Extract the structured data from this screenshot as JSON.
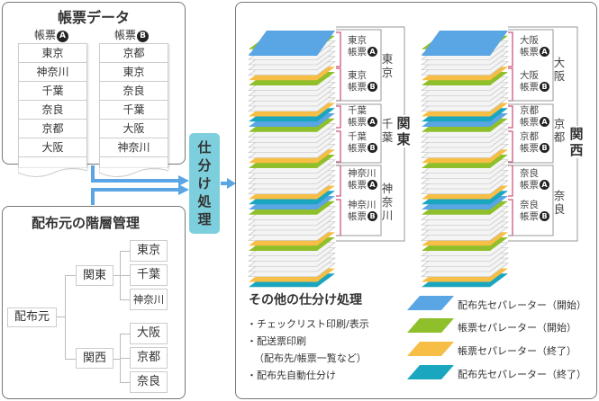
{
  "colors": {
    "dest_start": "#5aa5e3",
    "form_start": "#8fbf2a",
    "form_end": "#f7be45",
    "dest_end": "#1ba6c0",
    "sheet": "#f4f4f4",
    "arrow": "#5aa5e3",
    "process_box": "#7ecfdd",
    "bracket": "#d0577b"
  },
  "form_data": {
    "title": "帳票データ",
    "form_a": {
      "label": "帳票",
      "badge": "A",
      "rows": [
        "東京",
        "神奈川",
        "千葉",
        "奈良",
        "京都",
        "大阪"
      ]
    },
    "form_b": {
      "label": "帳票",
      "badge": "B",
      "rows": [
        "京都",
        "東京",
        "奈良",
        "千葉",
        "大阪",
        "神奈川"
      ]
    }
  },
  "hierarchy": {
    "title": "配布元の階層管理",
    "root": "配布元",
    "regions": [
      {
        "name": "関東",
        "children": [
          "東京",
          "千葉",
          "神奈川"
        ]
      },
      {
        "name": "関西",
        "children": [
          "大阪",
          "京都",
          "奈良"
        ]
      }
    ]
  },
  "process": {
    "label": [
      "仕",
      "分",
      "け",
      "処",
      "理"
    ]
  },
  "stacks": [
    {
      "region": "関東",
      "region_chars": [
        "関",
        "東"
      ],
      "cities": [
        {
          "name": "東京",
          "chars": [
            "東",
            "京"
          ],
          "forms": [
            {
              "city": "東京",
              "label": "帳票",
              "badge": "A"
            },
            {
              "city": "東京",
              "label": "帳票",
              "badge": "B"
            }
          ]
        },
        {
          "name": "千葉",
          "chars": [
            "千",
            "葉"
          ],
          "forms": [
            {
              "city": "千葉",
              "label": "帳票",
              "badge": "A"
            },
            {
              "city": "千葉",
              "label": "帳票",
              "badge": "B"
            }
          ]
        },
        {
          "name": "神奈川",
          "chars": [
            "神",
            "奈",
            "川"
          ],
          "forms": [
            {
              "city": "神奈川",
              "label": "帳票",
              "badge": "A"
            },
            {
              "city": "神奈川",
              "label": "帳票",
              "badge": "B"
            }
          ]
        }
      ]
    },
    {
      "region": "関西",
      "region_chars": [
        "関",
        "西"
      ],
      "cities": [
        {
          "name": "大阪",
          "chars": [
            "大",
            "阪"
          ],
          "forms": [
            {
              "city": "大阪",
              "label": "帳票",
              "badge": "A"
            },
            {
              "city": "大阪",
              "label": "帳票",
              "badge": "B"
            }
          ]
        },
        {
          "name": "京都",
          "chars": [
            "京",
            "都"
          ],
          "forms": [
            {
              "city": "京都",
              "label": "帳票",
              "badge": "A"
            },
            {
              "city": "京都",
              "label": "帳票",
              "badge": "B"
            }
          ]
        },
        {
          "name": "奈良",
          "chars": [
            "奈",
            "良"
          ],
          "forms": [
            {
              "city": "奈良",
              "label": "帳票",
              "badge": "A"
            },
            {
              "city": "奈良",
              "label": "帳票",
              "badge": "B"
            }
          ]
        }
      ]
    }
  ],
  "other_processing": {
    "title": "その他の仕分け処理",
    "items": [
      "・チェックリスト印刷/表示",
      "・配送票印刷",
      "（配布先/帳票一覧など）",
      "・配布先自動仕分け"
    ]
  },
  "legend": [
    {
      "label": "配布先セパレーター（開始）",
      "color": "#5aa5e3"
    },
    {
      "label": "帳票セパレーター（開始）",
      "color": "#8fbf2a"
    },
    {
      "label": "帳票セパレーター（終了）",
      "color": "#f7be45"
    },
    {
      "label": "配布先セパレーター（終了）",
      "color": "#1ba6c0"
    }
  ]
}
